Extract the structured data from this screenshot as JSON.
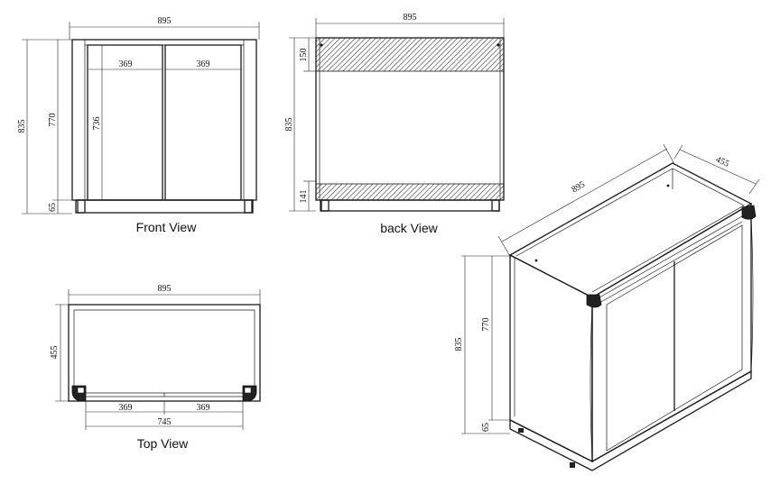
{
  "views": {
    "front": {
      "title": "Front View",
      "width": "895",
      "height_total": "835",
      "height_body": "770",
      "height_leg": "65",
      "door_height": "736",
      "door_left": "369",
      "door_right": "369"
    },
    "back": {
      "title": "back View",
      "width": "895",
      "height_total": "835",
      "top_panel": "150",
      "bottom_panel": "141"
    },
    "top": {
      "title": "Top  View",
      "width": "895",
      "depth": "455",
      "door_left": "369",
      "door_right": "369",
      "inner_width": "745"
    },
    "iso": {
      "width": "895",
      "depth": "455",
      "height_total": "835",
      "height_body": "770",
      "height_leg": "65"
    }
  }
}
